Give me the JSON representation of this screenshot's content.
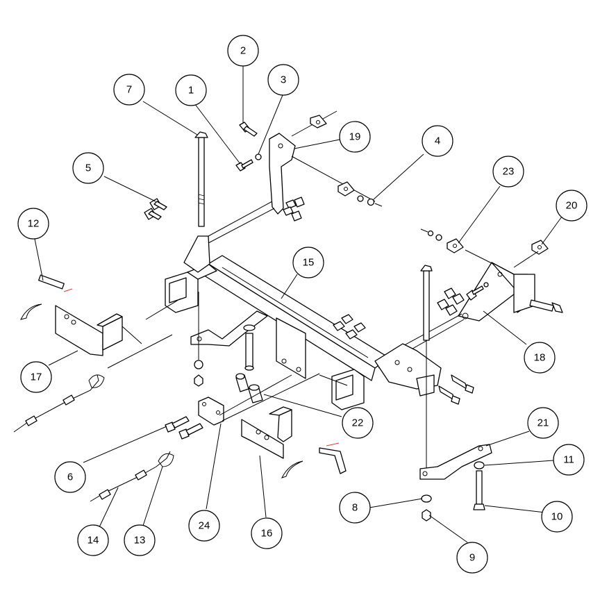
{
  "diagram": {
    "callouts": [
      {
        "label": "1"
      },
      {
        "label": "2"
      },
      {
        "label": "3"
      },
      {
        "label": "4"
      },
      {
        "label": "5"
      },
      {
        "label": "6"
      },
      {
        "label": "7"
      },
      {
        "label": "8"
      },
      {
        "label": "9"
      },
      {
        "label": "10"
      },
      {
        "label": "11"
      },
      {
        "label": "12"
      },
      {
        "label": "13"
      },
      {
        "label": "14"
      },
      {
        "label": "15"
      },
      {
        "label": "16"
      },
      {
        "label": "17"
      },
      {
        "label": "18"
      },
      {
        "label": "19"
      },
      {
        "label": "20"
      },
      {
        "label": "21"
      },
      {
        "label": "22"
      },
      {
        "label": "23"
      },
      {
        "label": "24"
      }
    ],
    "colors": {
      "line": "#000000",
      "background": "#ffffff",
      "pin_marker": "#e53935"
    }
  }
}
